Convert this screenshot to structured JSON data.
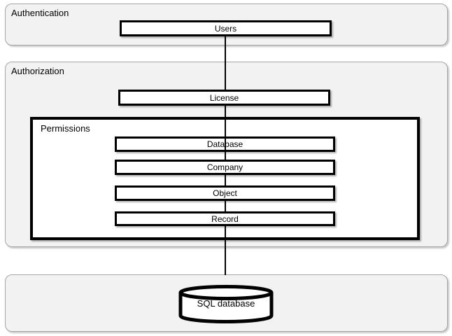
{
  "diagram": {
    "groups": {
      "authentication": {
        "label": "Authentication"
      },
      "authorization": {
        "label": "Authorization"
      },
      "permissions": {
        "label": "Permissions"
      },
      "storage": {
        "label": ""
      }
    },
    "nodes": {
      "users": {
        "label": "Users"
      },
      "license": {
        "label": "License"
      },
      "database": {
        "label": "Database"
      },
      "company": {
        "label": "Company"
      },
      "object": {
        "label": "Object"
      },
      "record": {
        "label": "Record"
      },
      "sql_database": {
        "label": "SQL database"
      }
    },
    "connector": {
      "from": "users",
      "to": "sql_database",
      "via": [
        "license",
        "database",
        "company",
        "object",
        "record"
      ],
      "style": "straight-vertical-no-arrowheads"
    },
    "colors": {
      "container_fill": "#f2f2f2",
      "container_border": "#a6a6a6",
      "node_fill": "#ffffff",
      "node_border": "#000000",
      "connector": "#000000",
      "text": "#000000",
      "background": "#ffffff"
    }
  }
}
